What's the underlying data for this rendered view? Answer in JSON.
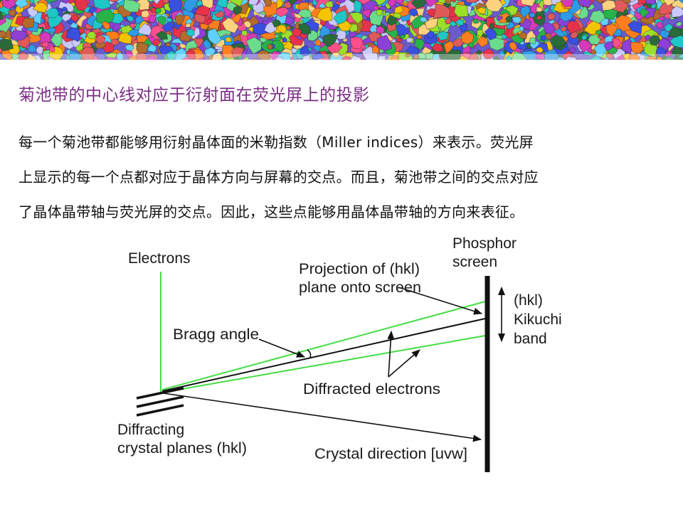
{
  "banner": {
    "name": "grain-orientation-map"
  },
  "slide": {
    "title": "菊池带的中心线对应于衍射面在荧光屏上的投影",
    "paragraph_lines": [
      "每一个菊池带都能够用衍射晶体面的米勒指数（Miller indices）来表示。荧光屏",
      "上显示的每一个点都对应于晶体方向与屏幕的交点。而且，菊池带之间的交点对应",
      "了晶体晶带轴与荧光屏的交点。因此，这些点能够用晶体晶带轴的方向来表征。"
    ]
  },
  "diagram": {
    "labels": {
      "electrons": "Electrons",
      "phosphor_1": "Phosphor",
      "phosphor_2": "screen",
      "projection_1": "Projection of (hkl)",
      "projection_2": "plane onto screen",
      "hkl": "(hkl)",
      "kikuchi": "Kikuchi",
      "band": "band",
      "bragg": "Bragg angle",
      "diffracted": "Diffracted electrons",
      "diffracting_1": "Diffracting",
      "diffracting_2": "crystal planes (hkl)",
      "crystal_dir": "Crystal direction [uvw]"
    },
    "colors": {
      "beam": "#44dd44",
      "lines": "#111111"
    }
  }
}
